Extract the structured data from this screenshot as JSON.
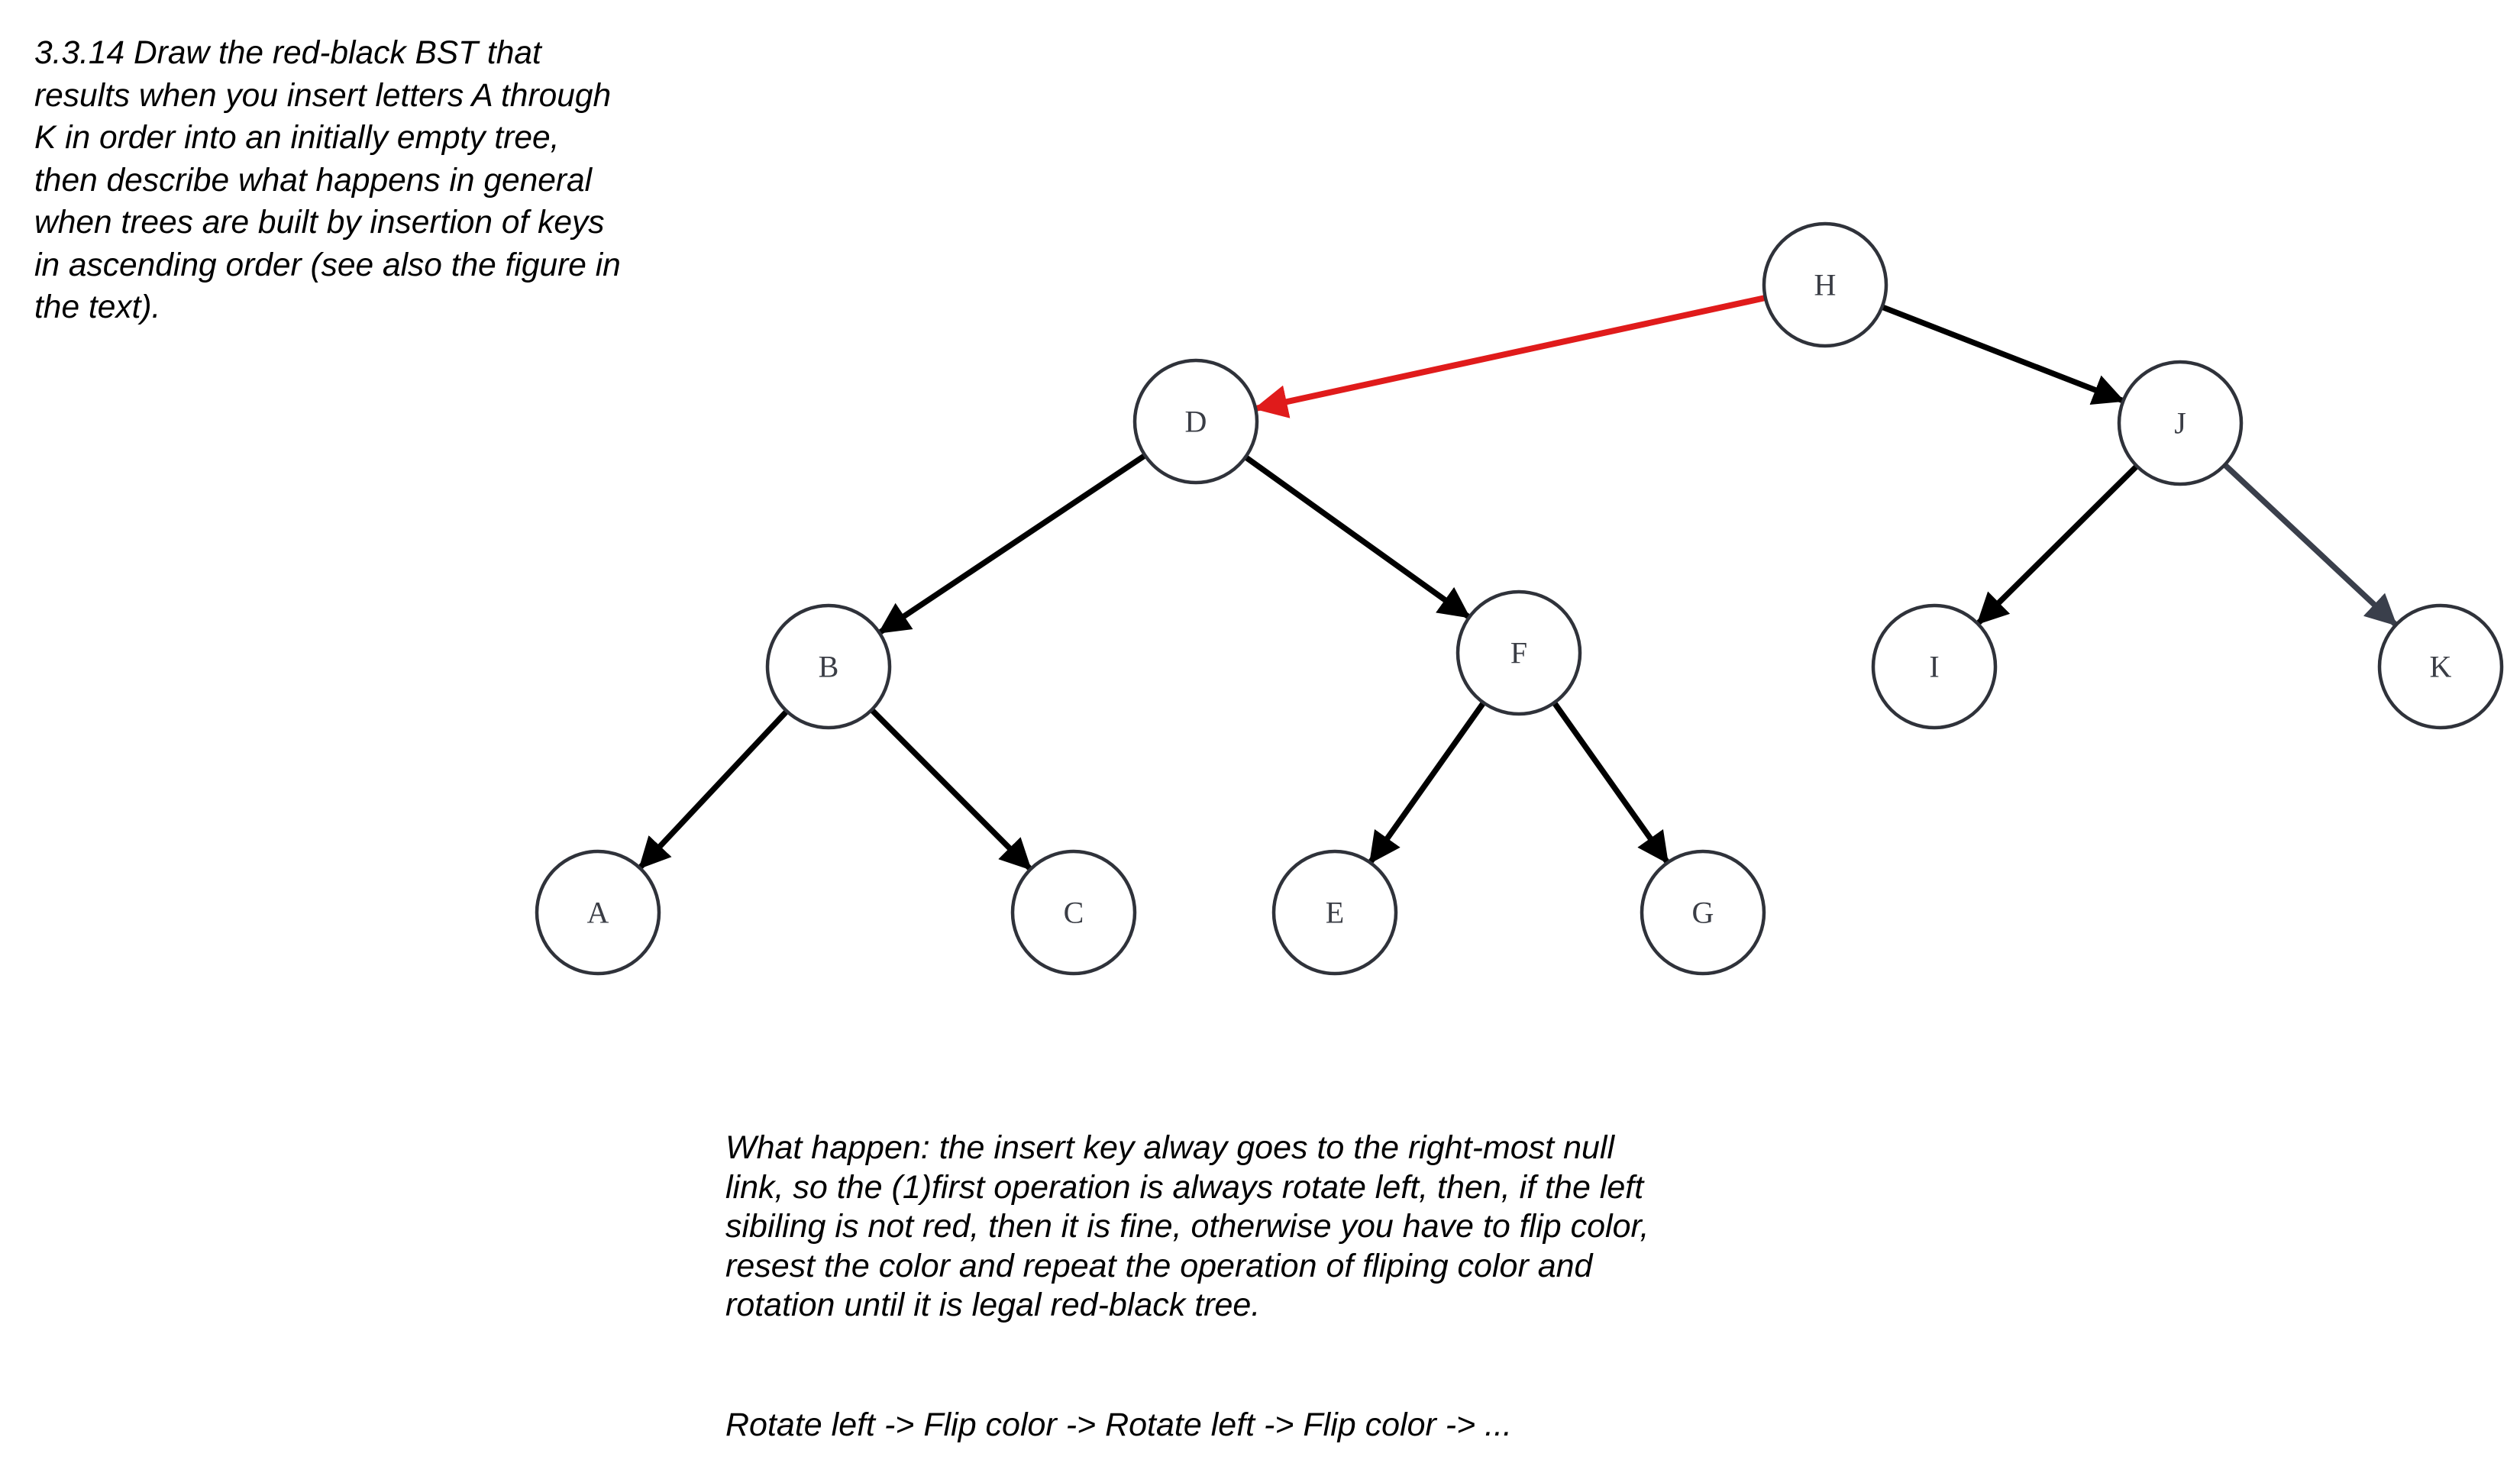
{
  "problem": {
    "text": "3.3.14 Draw the red-black BST that\nresults when you insert letters A through\nK in order into an initially empty tree,\nthen describe what happens in general\nwhen trees are built by insertion of keys\nin ascending order (see also the figure in\nthe text)."
  },
  "explanation": {
    "text": "What happen: the insert key alway goes to the right-most null\nlink, so the (1)first operation is always rotate left, then, if the left\nsibiling is not red, then it is fine, otherwise you have to flip color,\nresest the color and repeat the operation of fliping color and\nrotation until it is legal red-black tree."
  },
  "sequence": {
    "text": "Rotate left -> Flip color -> Rotate left -> Flip color -> ..."
  },
  "colors": {
    "red_link": "#e01b1b",
    "black_link": "#000000",
    "grey_link": "#3a3f4b",
    "node_stroke": "#2f323a",
    "node_text": "#3a3d45",
    "background": "#ffffff"
  },
  "tree": {
    "nodes": [
      {
        "id": "H",
        "label": "H"
      },
      {
        "id": "D",
        "label": "D"
      },
      {
        "id": "J",
        "label": "J"
      },
      {
        "id": "B",
        "label": "B"
      },
      {
        "id": "F",
        "label": "F"
      },
      {
        "id": "I",
        "label": "I"
      },
      {
        "id": "K",
        "label": "K"
      },
      {
        "id": "A",
        "label": "A"
      },
      {
        "id": "C",
        "label": "C"
      },
      {
        "id": "E",
        "label": "E"
      },
      {
        "id": "G",
        "label": "G"
      }
    ],
    "links": [
      {
        "from": "H",
        "to": "D",
        "color": "red"
      },
      {
        "from": "H",
        "to": "J",
        "color": "black"
      },
      {
        "from": "D",
        "to": "B",
        "color": "black"
      },
      {
        "from": "D",
        "to": "F",
        "color": "black"
      },
      {
        "from": "J",
        "to": "I",
        "color": "black"
      },
      {
        "from": "J",
        "to": "K",
        "color": "grey"
      },
      {
        "from": "B",
        "to": "A",
        "color": "black"
      },
      {
        "from": "B",
        "to": "C",
        "color": "black"
      },
      {
        "from": "F",
        "to": "E",
        "color": "black"
      },
      {
        "from": "F",
        "to": "G",
        "color": "black"
      }
    ]
  }
}
